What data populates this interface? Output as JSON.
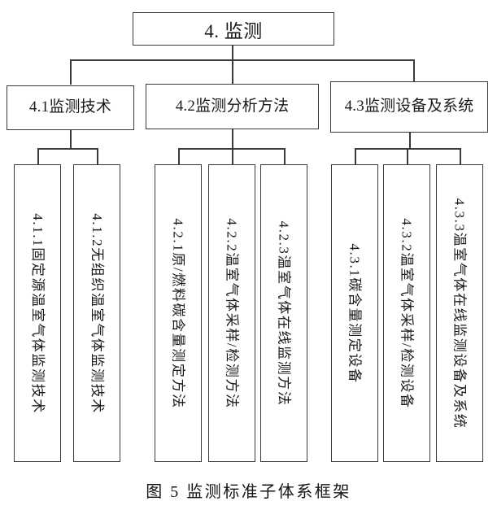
{
  "figure": {
    "caption": "图 5 监测标准子体系框架",
    "root": {
      "label": "4. 监测"
    },
    "level2": [
      {
        "id": "4.1",
        "label": "4.1监测技术"
      },
      {
        "id": "4.2",
        "label": "4.2监测分析方法"
      },
      {
        "id": "4.3",
        "label": "4.3监测设备及系统"
      }
    ],
    "leaves": [
      {
        "id": "4.1.1",
        "parent": "4.1",
        "label": "4.1.1固定源温室气体监测技术"
      },
      {
        "id": "4.1.2",
        "parent": "4.1",
        "label": "4.1.2无组织温室气体监测技术"
      },
      {
        "id": "4.2.1",
        "parent": "4.2",
        "label": "4.2.1原/燃料碳含量测定方法"
      },
      {
        "id": "4.2.2",
        "parent": "4.2",
        "label": "4.2.2温室气体采样/检测方法"
      },
      {
        "id": "4.2.3",
        "parent": "4.2",
        "label": "4.2.3温室气体在线监测方法"
      },
      {
        "id": "4.3.1",
        "parent": "4.3",
        "label": "4.3.1碳含量测定设备"
      },
      {
        "id": "4.3.2",
        "parent": "4.3",
        "label": "4.3.2温室气体采样/检测设备"
      },
      {
        "id": "4.3.3",
        "parent": "4.3",
        "label": "4.3.3温室气体在线监测设备及系统"
      }
    ],
    "colors": {
      "border": "#3a3a3a",
      "text": "#1a1a1a",
      "background": "#ffffff"
    }
  }
}
